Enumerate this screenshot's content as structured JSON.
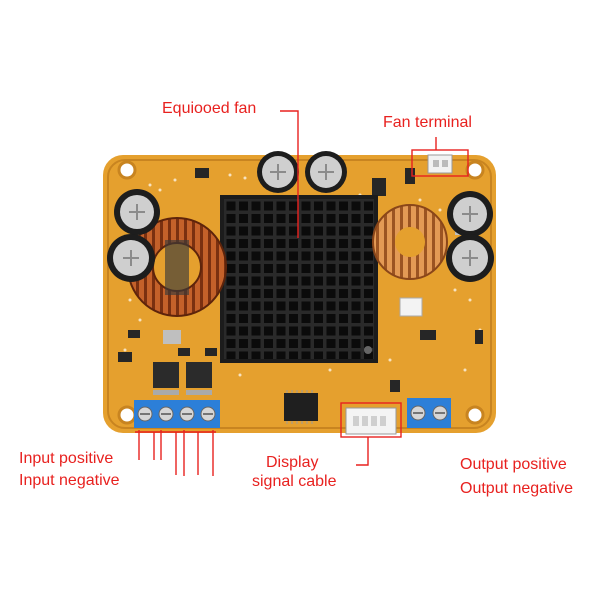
{
  "annotations": {
    "equipped_fan": "Equiooed fan",
    "fan_terminal": "Fan terminal",
    "input_positive": "Input positive",
    "input_negative": "Input negative",
    "display_signal_cable_line1": "Display",
    "display_signal_cable_line2": "signal cable",
    "output_positive": "Output positive",
    "output_negative": "Output negative"
  },
  "colors": {
    "annotation": "#e8211f",
    "pcb": "#e5a02e",
    "heatsink": "#1c1c1c",
    "terminal_block": "#2c7fd8"
  },
  "icons": [
    "pcb-board-icon",
    "heatsink-icon",
    "inductor-coil-icon",
    "capacitor-icon",
    "screw-terminal-icon"
  ]
}
